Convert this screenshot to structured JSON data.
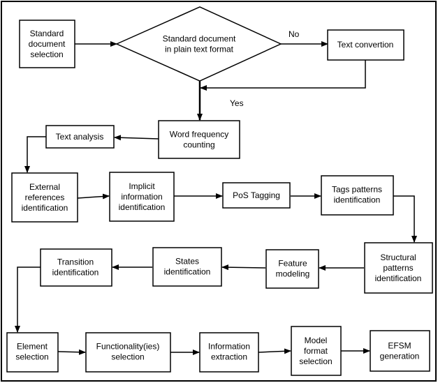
{
  "nodes": {
    "standard_selection": [
      "Standard",
      "document",
      "selection"
    ],
    "plain_text_decision": [
      "Standard document",
      "in plain text format"
    ],
    "text_convertion": [
      "Text convertion"
    ],
    "word_frequency": [
      "Word frequency",
      "counting"
    ],
    "text_analysis": [
      "Text analysis"
    ],
    "external_refs": [
      "External",
      "references",
      "identification"
    ],
    "implicit_info": [
      "Implicit",
      "information",
      "identification"
    ],
    "pos_tagging": [
      "PoS Tagging"
    ],
    "tags_patterns": [
      "Tags patterns",
      "identification"
    ],
    "structural_patterns": [
      "Structural",
      "patterns",
      "identification"
    ],
    "feature_modeling": [
      "Feature",
      "modeling"
    ],
    "states_identification": [
      "States",
      "identification"
    ],
    "transition_identification": [
      "Transition",
      "identification"
    ],
    "element_selection": [
      "Element",
      "selection"
    ],
    "functionality_selection": [
      "Functionality(ies)",
      "selection"
    ],
    "information_extraction": [
      "Information",
      "extraction"
    ],
    "model_format_selection": [
      "Model",
      "format",
      "selection"
    ],
    "efsm_generation": [
      "EFSM",
      "generation"
    ]
  },
  "edges": {
    "no_label": "No",
    "yes_label": "Yes"
  }
}
